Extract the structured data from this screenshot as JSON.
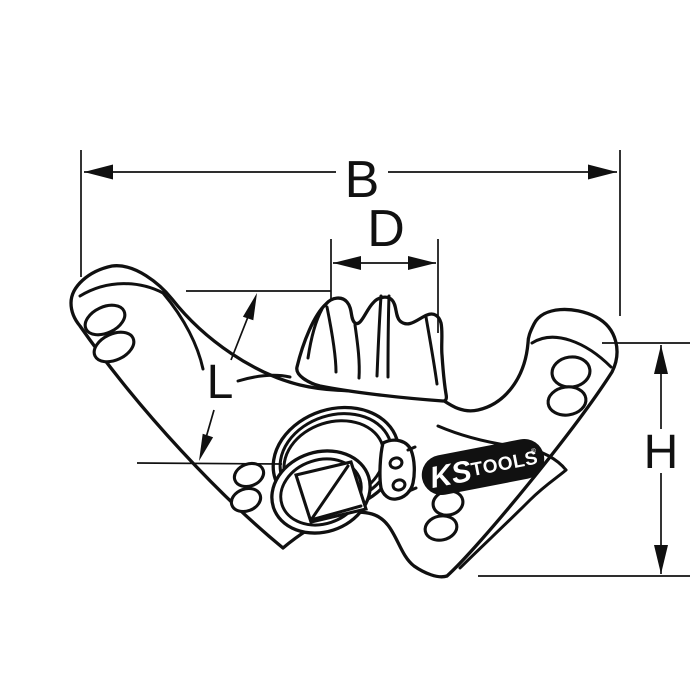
{
  "drawing": {
    "subject": "technical line drawing of a KS Tools folding wheel-brace bracket with square drive and wing knob",
    "background_color": "#ffffff",
    "line_color": "#101010"
  },
  "dimensions": {
    "b_label": "B",
    "d_label": "D",
    "l_label": "L",
    "h_label": "H"
  },
  "logo": {
    "brand_part1": "KS",
    "brand_part2": "TOOLS",
    "registered_mark": "®",
    "pill_color": "#111111",
    "text_color": "#ffffff"
  }
}
